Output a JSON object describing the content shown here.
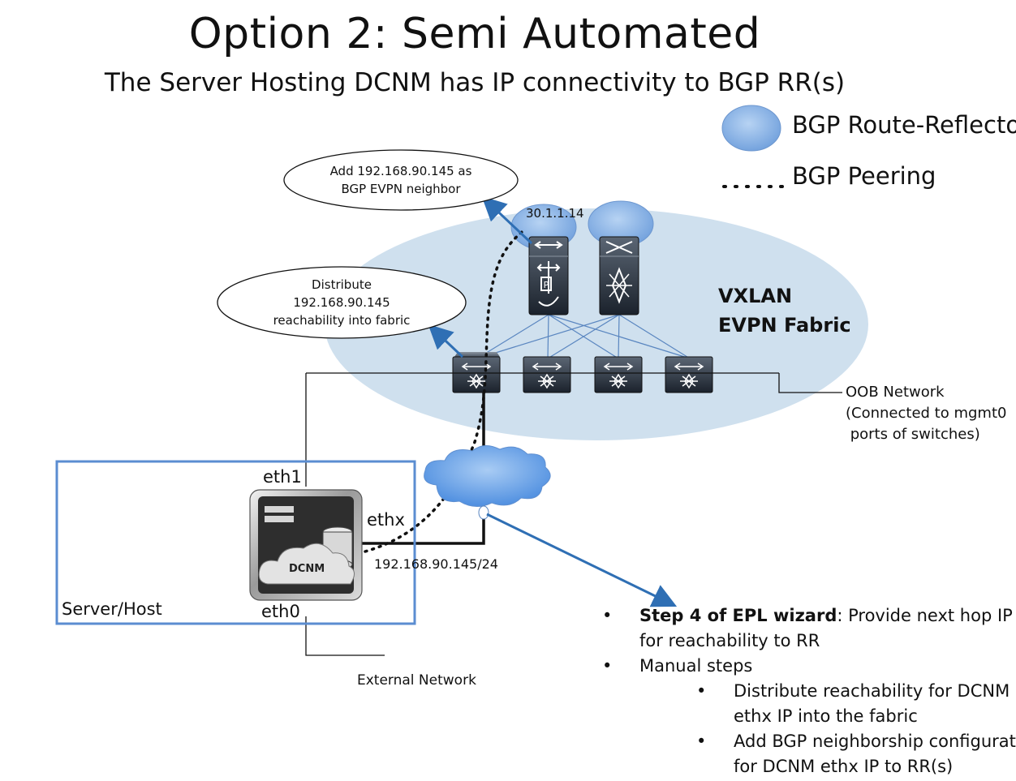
{
  "title": "Option 2: Semi Automated",
  "subtitle": "The Server Hosting DCNM has IP connectivity to BGP RR(s)",
  "legend": {
    "route_reflector": "BGP Route-Reflector",
    "peering": "BGP Peering"
  },
  "callouts": {
    "neighbor_line1": "Add 192.168.90.145 as",
    "neighbor_line2": "BGP EVPN neighbor",
    "distribute_line1": "Distribute",
    "distribute_line2": "192.168.90.145",
    "distribute_line3": "reachability into fabric"
  },
  "labels": {
    "rr_ip": "30.1.1.14",
    "fabric_line1": "VXLAN",
    "fabric_line2": "EVPN Fabric",
    "oob_line1": "OOB Network",
    "oob_line2": "(Connected to mgmt0",
    "oob_line3": " ports of switches)",
    "eth1": "eth1",
    "ethx": "ethx",
    "eth0": "eth0",
    "ethx_ip": "192.168.90.145/24",
    "server_host": "Server/Host",
    "external_network": "External Network",
    "dcnm": "DCNM"
  },
  "steps": {
    "step4_bold": "Step 4 of EPL wizard",
    "step4_rest": ": Provide next hop IP",
    "step4_cont": "for reachability to RR",
    "manual": "Manual steps",
    "sub1_line1": "Distribute reachability for DCNM",
    "sub1_line2": "ethx IP into the fabric",
    "sub2_line1": "Add BGP neighborship configuration",
    "sub2_line2": "for DCNM ethx IP to RR(s)"
  },
  "colors": {
    "fabric_fill": "#cfe0ee",
    "rr_fill": "#8fb8e8",
    "server_box": "#5b8dd1",
    "arrow": "#2f6fb4",
    "switch_dark": "#1f2732"
  },
  "icons": [
    "spine-switch-icon",
    "leaf-switch-icon",
    "cloud-icon",
    "dcnm-server-icon"
  ]
}
